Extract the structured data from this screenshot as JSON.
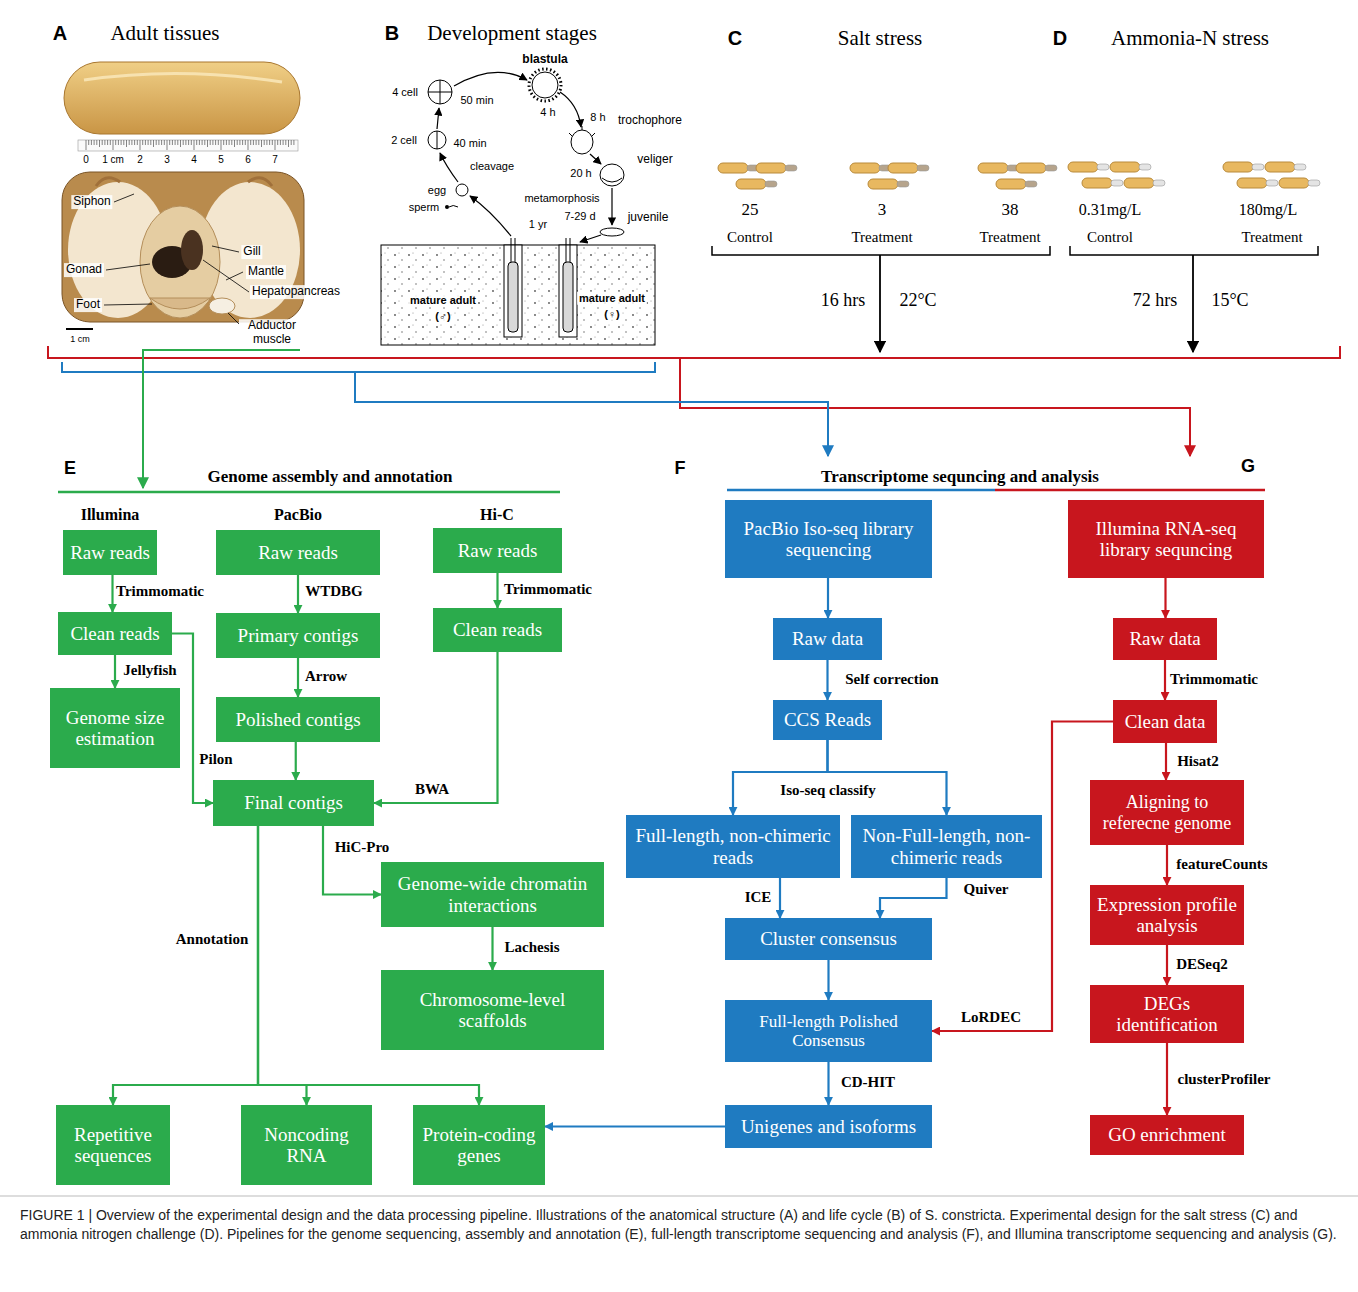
{
  "diagram": {
    "caption": "FIGURE 1 | Overview of the experimental design and the data processing pipeline. Illustrations of the anatomical structure (A) and life cycle (B) of S. constricta. Experimental design for the salt stress (C) and ammonia nitrogen challenge (D). Pipelines for the genome sequencing, assembly and annotation (E), full-length transcriptome sequencing and analysis (F), and Illumina transcriptome sequencing and analysis (G).",
    "nodes": [
      {
        "text": [
          "Raw reads"
        ]
      },
      {
        "text": [
          "Raw reads"
        ]
      },
      {
        "text": [
          "Raw reads"
        ]
      },
      {
        "text": [
          "Clean reads"
        ]
      },
      {
        "text": [
          "Primary contigs"
        ]
      },
      {
        "text": [
          "Clean reads"
        ]
      },
      {
        "text": [
          "Genome size estimation"
        ]
      },
      {
        "text": [
          "Polished contigs"
        ]
      },
      {
        "text": [
          "Final contigs"
        ]
      },
      {
        "text": [
          "Genome-wide chromatin interactions"
        ]
      },
      {
        "text": [
          "Chromosome-level scaffolds"
        ]
      },
      {
        "text": [
          "Repetitive sequences"
        ]
      },
      {
        "text": [
          "Noncoding RNA"
        ]
      },
      {
        "text": [
          "Protein-coding genes"
        ]
      },
      {
        "text": [
          "PacBio Iso-seq library sequencing"
        ]
      },
      {
        "text": [
          "Raw data"
        ]
      },
      {
        "text": [
          "CCS Reads"
        ]
      },
      {
        "text": [
          "Full-length, non-chimeric reads"
        ]
      },
      {
        "text": [
          "Non-Full-length, non-chimeric reads"
        ]
      },
      {
        "text": [
          "Cluster consensus"
        ]
      },
      {
        "text": [
          "Full-length Polished Consensus"
        ]
      },
      {
        "text": [
          "Unigenes and isoforms"
        ]
      },
      {
        "text": [
          "Illumina RNA-seq library sequncing"
        ]
      },
      {
        "text": [
          "Raw data"
        ]
      },
      {
        "text": [
          "Clean data"
        ]
      },
      {
        "text": [
          "Aligning to referecne genome"
        ]
      },
      {
        "text": [
          "Expression profile analysis"
        ]
      },
      {
        "text": [
          "DEGs identification"
        ]
      },
      {
        "text": [
          "GO enrichment"
        ]
      }
    ],
    "edges": [
      {
        "from": 0,
        "to": 3,
        "arrow": "to",
        "label": "Trimmomatic"
      },
      {
        "from": 3,
        "to": 6,
        "arrow": "to",
        "label": "Jellyfish"
      },
      {
        "from": 3,
        "to": 8,
        "arrow": "to",
        "label": "Pilon"
      },
      {
        "from": 1,
        "to": 4,
        "arrow": "to",
        "label": "WTDBG"
      },
      {
        "from": 4,
        "to": 7,
        "arrow": "to",
        "label": "Arrow"
      },
      {
        "from": 7,
        "to": 8,
        "arrow": "to"
      },
      {
        "from": 2,
        "to": 5,
        "arrow": "to",
        "label": "Trimmomatic"
      },
      {
        "from": 5,
        "to": 8,
        "arrow": "to",
        "label": "BWA"
      },
      {
        "from": 8,
        "to": 9,
        "arrow": "to",
        "label": "HiC-Pro"
      },
      {
        "from": 9,
        "to": 10,
        "arrow": "to",
        "label": "Lachesis"
      },
      {
        "from": 8,
        "to": 11,
        "arrow": "to",
        "label": "Annotation"
      },
      {
        "from": 8,
        "to": 12,
        "arrow": "to"
      },
      {
        "from": 8,
        "to": 13,
        "arrow": "to"
      },
      {
        "from": 21,
        "to": 13,
        "arrow": "to"
      },
      {
        "from": 14,
        "to": 15,
        "arrow": "to"
      },
      {
        "from": 15,
        "to": 16,
        "arrow": "to",
        "label": "Self correction"
      },
      {
        "from": 16,
        "to": 17,
        "arrow": "to",
        "label": "Iso-seq classify"
      },
      {
        "from": 16,
        "to": 18,
        "arrow": "to"
      },
      {
        "from": 17,
        "to": 19,
        "arrow": "to",
        "label": "ICE"
      },
      {
        "from": 18,
        "to": 19,
        "arrow": "to",
        "label": "Quiver"
      },
      {
        "from": 19,
        "to": 20,
        "arrow": "to"
      },
      {
        "from": 24,
        "to": 20,
        "arrow": "to",
        "label": "LoRDEC"
      },
      {
        "from": 20,
        "to": 21,
        "arrow": "to",
        "label": "CD-HIT"
      },
      {
        "from": 22,
        "to": 23,
        "arrow": "to"
      },
      {
        "from": 23,
        "to": 24,
        "arrow": "to",
        "label": "Trimmomatic"
      },
      {
        "from": 24,
        "to": 25,
        "arrow": "to",
        "label": "Hisat2"
      },
      {
        "from": 25,
        "to": 26,
        "arrow": "to",
        "label": "featureCounts"
      },
      {
        "from": 26,
        "to": 27,
        "arrow": "to",
        "label": "DESeq2"
      },
      {
        "from": 27,
        "to": 28,
        "arrow": "to",
        "label": "clusterProfiler"
      }
    ],
    "labels": [
      "A",
      "Adult tissues",
      "0",
      "1 cm",
      "2",
      "3",
      "4",
      "5",
      "6",
      "7",
      "Siphon",
      "Gill",
      "Mantle",
      "Gonad",
      "Hepatopancreas",
      "Foot",
      "Adductor muscle",
      "1 cm",
      "B",
      "Development stages",
      "blastula",
      "4 h",
      "4 cell",
      "50 min",
      "2 cell",
      "40 min",
      "cleavage",
      "egg",
      "sperm",
      "8 h",
      "trochophore",
      "20 h",
      "veliger",
      "metamorphosis",
      "7-29 d",
      "juvenile",
      "1 yr",
      "mature adult",
      "(♂)",
      "mature adult",
      "(♀)",
      "C",
      "Salt stress",
      "25",
      "3",
      "38",
      "Control",
      "Treatment",
      "Treatment",
      "16 hrs",
      "22°C",
      "D",
      "Ammonia-N stress",
      "0.31mg/L",
      "180mg/L",
      "Control",
      "Treatment",
      "72 hrs",
      "15°C",
      "E",
      "Genome assembly and annotation",
      "Illumina",
      "PacBio",
      "Hi-C",
      "F",
      "Transcriptome sequncing and analysis",
      "G"
    ]
  }
}
